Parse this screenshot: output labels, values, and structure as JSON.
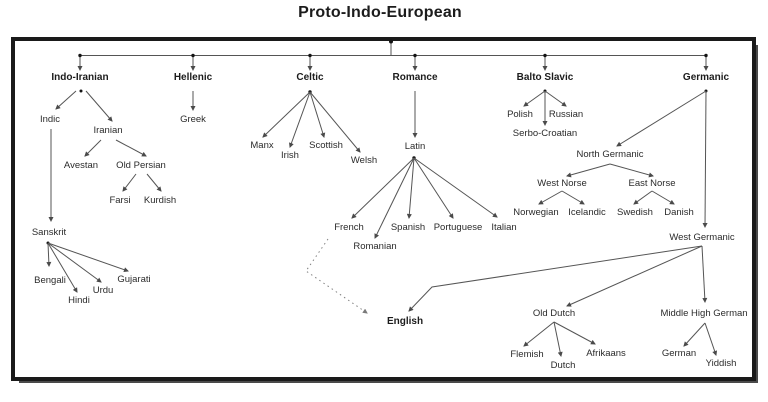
{
  "title": "Proto-Indo-European",
  "colors": {
    "line": "#555555",
    "text": "#2b2b2b",
    "border": "#1a1a1a",
    "background": "#ffffff"
  },
  "nodes": {
    "indo_iranian": "Indo-Iranian",
    "hellenic": "Hellenic",
    "celtic": "Celtic",
    "romance": "Romance",
    "balto_slavic": "Balto Slavic",
    "germanic": "Germanic",
    "indic": "Indic",
    "iranian": "Iranian",
    "greek": "Greek",
    "avestan": "Avestan",
    "old_persian": "Old Persian",
    "farsi": "Farsi",
    "kurdish": "Kurdish",
    "sanskrit": "Sanskrit",
    "bengali": "Bengali",
    "hindi": "Hindi",
    "urdu": "Urdu",
    "gujarati": "Gujarati",
    "manx": "Manx",
    "irish": "Irish",
    "scottish": "Scottish",
    "welsh": "Welsh",
    "latin": "Latin",
    "french": "French",
    "romanian": "Romanian",
    "spanish": "Spanish",
    "portuguese": "Portuguese",
    "italian": "Italian",
    "polish": "Polish",
    "russian": "Russian",
    "serbo_croatian": "Serbo-Croatian",
    "north_germanic": "North Germanic",
    "west_norse": "West Norse",
    "east_norse": "East Norse",
    "norwegian": "Norwegian",
    "icelandic": "Icelandic",
    "swedish": "Swedish",
    "danish": "Danish",
    "west_germanic": "West Germanic",
    "english": "English",
    "old_dutch": "Old Dutch",
    "middle_high_german": "Middle High German",
    "flemish": "Flemish",
    "dutch": "Dutch",
    "afrikaans": "Afrikaans",
    "german": "German",
    "yiddish": "Yiddish"
  },
  "edges": [
    [
      "Proto-Indo-European",
      "Indo-Iranian"
    ],
    [
      "Proto-Indo-European",
      "Hellenic"
    ],
    [
      "Proto-Indo-European",
      "Celtic"
    ],
    [
      "Proto-Indo-European",
      "Romance"
    ],
    [
      "Proto-Indo-European",
      "Balto Slavic"
    ],
    [
      "Proto-Indo-European",
      "Germanic"
    ],
    [
      "Indo-Iranian",
      "Indic"
    ],
    [
      "Indo-Iranian",
      "Iranian"
    ],
    [
      "Indic",
      "Sanskrit"
    ],
    [
      "Iranian",
      "Avestan"
    ],
    [
      "Iranian",
      "Old Persian"
    ],
    [
      "Old Persian",
      "Farsi"
    ],
    [
      "Old Persian",
      "Kurdish"
    ],
    [
      "Sanskrit",
      "Bengali"
    ],
    [
      "Sanskrit",
      "Hindi"
    ],
    [
      "Sanskrit",
      "Urdu"
    ],
    [
      "Sanskrit",
      "Gujarati"
    ],
    [
      "Hellenic",
      "Greek"
    ],
    [
      "Celtic",
      "Manx"
    ],
    [
      "Celtic",
      "Irish"
    ],
    [
      "Celtic",
      "Scottish"
    ],
    [
      "Celtic",
      "Welsh"
    ],
    [
      "Romance",
      "Latin"
    ],
    [
      "Latin",
      "French"
    ],
    [
      "Latin",
      "Romanian"
    ],
    [
      "Latin",
      "Spanish"
    ],
    [
      "Latin",
      "Portuguese"
    ],
    [
      "Latin",
      "Italian"
    ],
    [
      "Balto Slavic",
      "Polish"
    ],
    [
      "Balto Slavic",
      "Serbo-Croatian"
    ],
    [
      "Balto Slavic",
      "Russian"
    ],
    [
      "Germanic",
      "North Germanic"
    ],
    [
      "Germanic",
      "West Germanic"
    ],
    [
      "North Germanic",
      "West Norse"
    ],
    [
      "North Germanic",
      "East Norse"
    ],
    [
      "West Norse",
      "Norwegian"
    ],
    [
      "West Norse",
      "Icelandic"
    ],
    [
      "East Norse",
      "Swedish"
    ],
    [
      "East Norse",
      "Danish"
    ],
    [
      "West Germanic",
      "English"
    ],
    [
      "West Germanic",
      "Old Dutch"
    ],
    [
      "West Germanic",
      "Middle High German"
    ],
    [
      "Old Dutch",
      "Flemish"
    ],
    [
      "Old Dutch",
      "Dutch"
    ],
    [
      "Old Dutch",
      "Afrikaans"
    ],
    [
      "Middle High German",
      "German"
    ],
    [
      "Middle High German",
      "Yiddish"
    ]
  ],
  "dotted_edges": [
    [
      "French",
      "English"
    ]
  ]
}
